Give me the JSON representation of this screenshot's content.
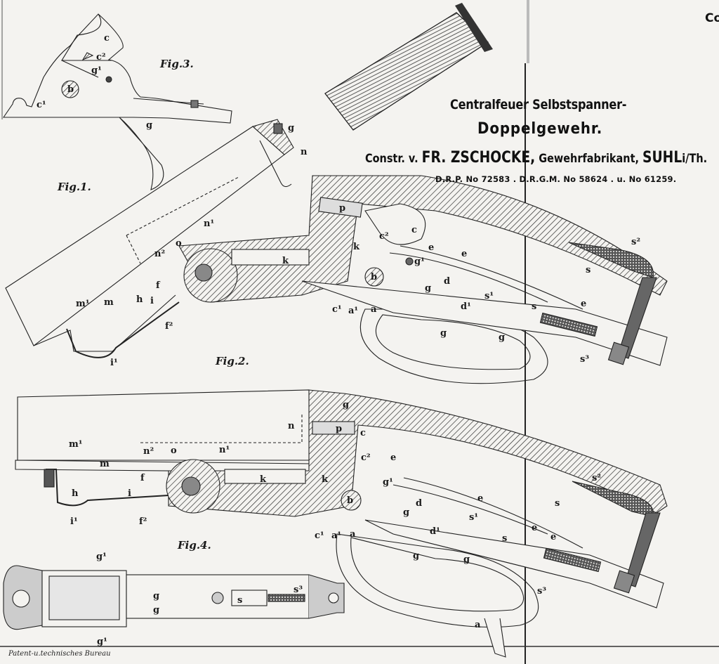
{
  "document": {
    "type": "patent-technical-drawing",
    "title": {
      "line1": "Centralfeuer Selbstspanner-",
      "line2": "Doppelgewehr.",
      "line3_prefix": "Constr. v.",
      "line3_name": "FR. ZSCHOCKE,",
      "line3_trade": "Gewehrfabrikant,",
      "line3_city": "SUHL",
      "line3_suffix": "i/Th.",
      "patents": "D.R.P. No 72583 .  D.R.G.M. No 58624 . u.  No 61259."
    },
    "corner_text": "Co",
    "footer": "Patent-u.technisches Bureau"
  },
  "figures": [
    {
      "id": "fig1",
      "label": "Fig.1."
    },
    {
      "id": "fig2",
      "label": "Fig.2."
    },
    {
      "id": "fig3",
      "label": "Fig.3."
    },
    {
      "id": "fig4",
      "label": "Fig.4."
    }
  ],
  "part_labels": {
    "fig3": [
      "c",
      "c²",
      "g¹",
      "b",
      "c¹",
      "g"
    ],
    "fig1": [
      "g",
      "n"
    ],
    "fig2": [
      "n¹",
      "n²",
      "o",
      "k",
      "k",
      "m¹",
      "m",
      "h",
      "f",
      "i",
      "f²",
      "i¹",
      "p",
      "c",
      "c²",
      "e",
      "e",
      "g¹",
      "b",
      "d",
      "g",
      "s¹",
      "d¹",
      "c¹",
      "a¹",
      "a",
      "g",
      "g",
      "s",
      "e",
      "s²",
      "s",
      "s³"
    ],
    "fig4": [
      "m¹",
      "m",
      "n²",
      "o",
      "n¹",
      "n",
      "p",
      "g",
      "h",
      "f",
      "i",
      "f²",
      "i¹",
      "k",
      "k",
      "c",
      "c²",
      "e",
      "g¹",
      "b",
      "d",
      "g",
      "d¹",
      "s¹",
      "c¹",
      "a¹",
      "a",
      "e",
      "s",
      "e",
      "e",
      "s²",
      "s",
      "s³",
      "g",
      "g",
      "a"
    ],
    "bottom_view": [
      "g¹",
      "g",
      "g",
      "s",
      "s³",
      "g¹"
    ]
  }
}
